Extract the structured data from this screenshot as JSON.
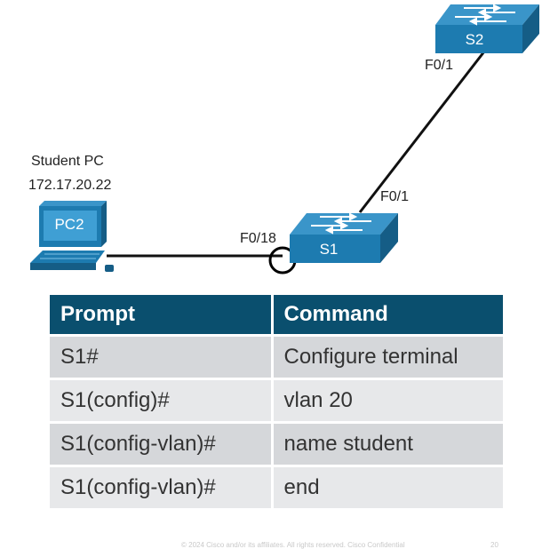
{
  "diagram": {
    "pc": {
      "name_label": "Student PC",
      "ip": "172.17.20.22",
      "device_label": "PC2"
    },
    "s1": {
      "label": "S1"
    },
    "s2": {
      "label": "S2"
    },
    "ports": {
      "s1_to_pc": "F0/18",
      "s1_to_s2": "F0/1",
      "s2_to_s1": "F0/1"
    },
    "colors": {
      "device": "#1d7bb0",
      "device_dark": "#155d86",
      "link": "#111111"
    },
    "icons": [
      "pc-icon",
      "switch-icon"
    ]
  },
  "table": {
    "headers": [
      "Prompt",
      "Command"
    ],
    "rows": [
      {
        "prompt": "S1#",
        "command": "Configure terminal"
      },
      {
        "prompt": "S1(config)#",
        "command": "vlan 20"
      },
      {
        "prompt": "S1(config-vlan)#",
        "command": "name student"
      },
      {
        "prompt": "S1(config-vlan)#",
        "command": "end"
      }
    ],
    "colors": {
      "header_bg": "#0a4f6e",
      "row_odd": "#d5d7da",
      "row_even": "#e7e8ea"
    }
  },
  "footer": {
    "text": "© 2024 Cisco and/or its affiliates. All rights reserved. Cisco Confidential",
    "page": "20"
  }
}
